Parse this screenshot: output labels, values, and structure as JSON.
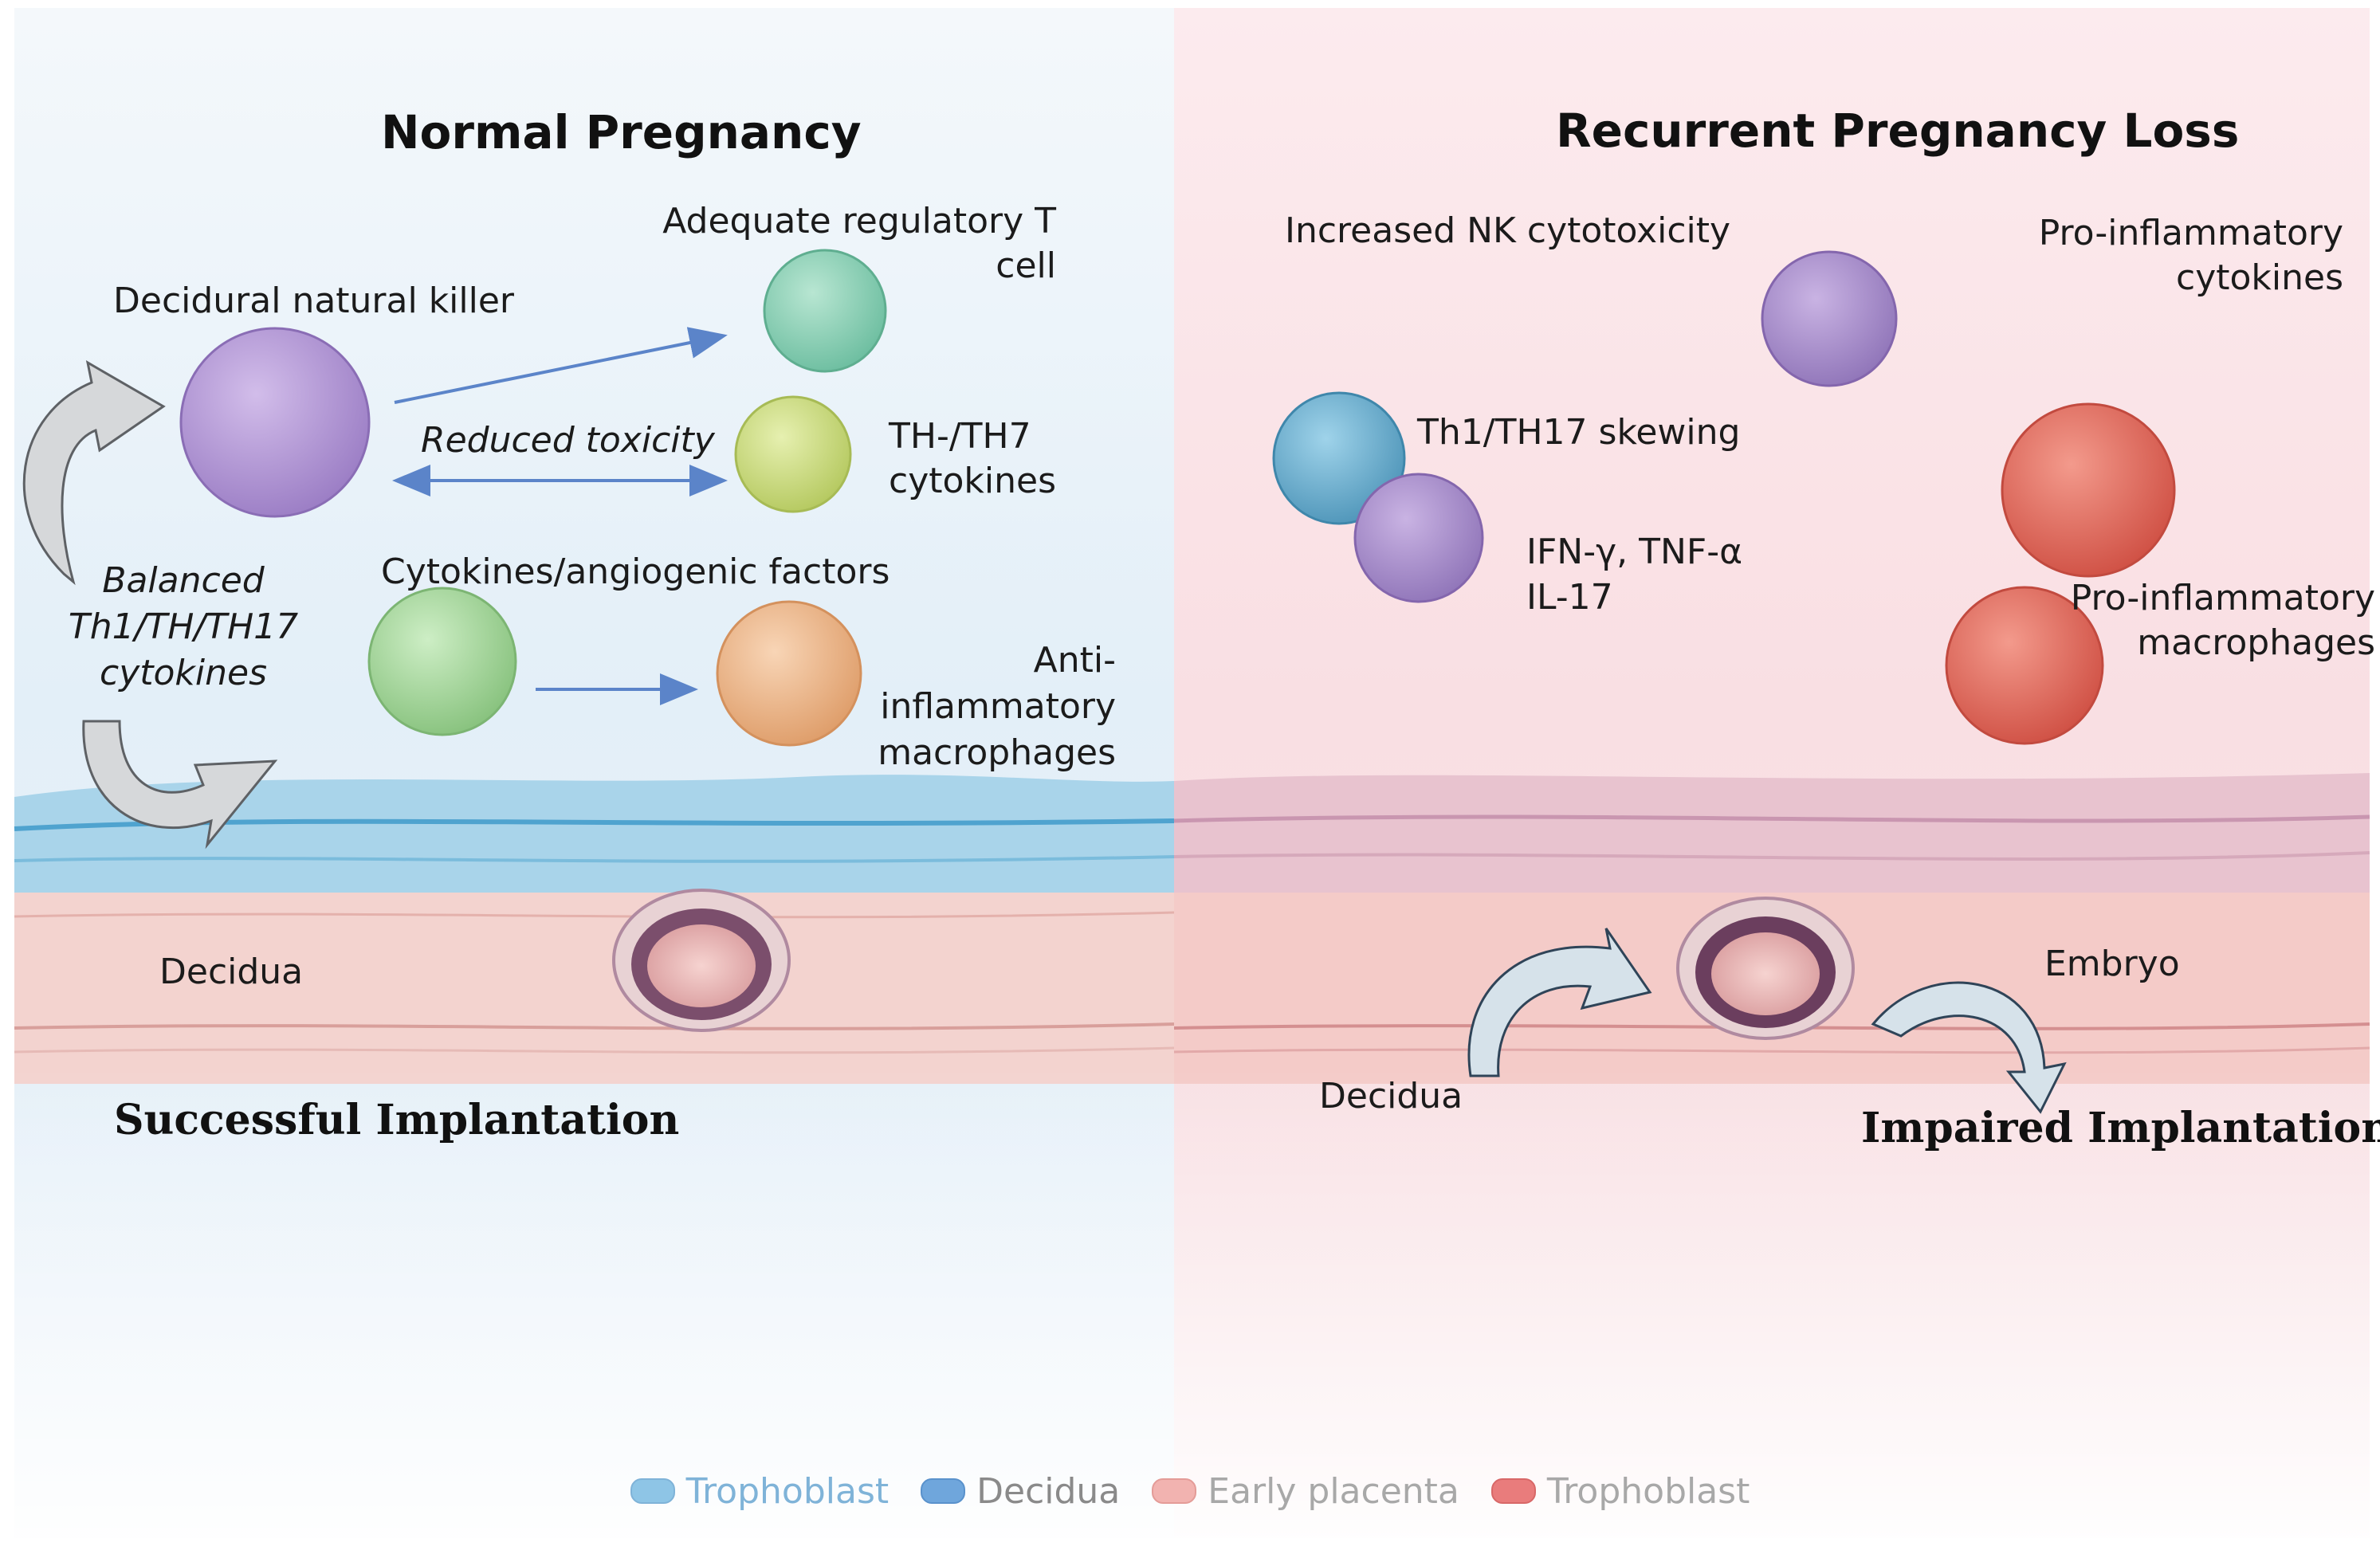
{
  "titles": {
    "left": "Normal Pregnancy",
    "right": "Recurrent Pregnancy Loss"
  },
  "left_labels": {
    "dnk": "Decidural natural killer",
    "treg": "Adequate regulatory T cell",
    "reduced_toxicity": "Reduced toxicity",
    "th_cytokines": "TH-/TH7 cytokines",
    "balanced": "Balanced Th1/TH/TH17 cytokines",
    "cytokines_angio": "Cytokines/angiogenic factors",
    "anti_inflammatory": "Anti-inflammatory macrophages",
    "decidua": "Decidua",
    "outcome": "Successful Implantation"
  },
  "right_labels": {
    "nk": "Increased NK cytotoxicity",
    "pro_cytokines": "Pro-inflammatory cytokines",
    "th_skewing": "Th1/TH17 skewing",
    "ifn_line1": "IFN-γ, TNF-α",
    "ifn_line2": "IL-17",
    "pro_macrophages": "Pro-inflammatory macrophages",
    "embryo": "Embryo",
    "decidua": "Decidua",
    "outcome": "Impaired Implantation"
  },
  "legend": [
    {
      "label": "Trophoblast",
      "color": "#8ec5e6",
      "text_color": "#7fb3d8"
    },
    {
      "label": "Decidua",
      "color": "#6fa6dc",
      "text_color": "#8a8a8a"
    },
    {
      "label": "Early placenta",
      "color": "#f2b3b0",
      "text_color": "#a8a8a8"
    },
    {
      "label": "Trophoblast",
      "color": "#e97c7c",
      "text_color": "#a8a8a8"
    }
  ],
  "colors": {
    "left_bg": "#e6f1fa",
    "right_bg": "#fbe2e6",
    "nk_cell": "#b79ad8",
    "treg_cell": "#8fd0b8",
    "th_cell": "#cfe08a",
    "green_cell": "#a9dca0",
    "macrophage_anti": "#f0b98e",
    "blue_cell": "#6fb3d0",
    "red_macrophage": "#e26b5e",
    "arrow": "#5b84c9"
  }
}
